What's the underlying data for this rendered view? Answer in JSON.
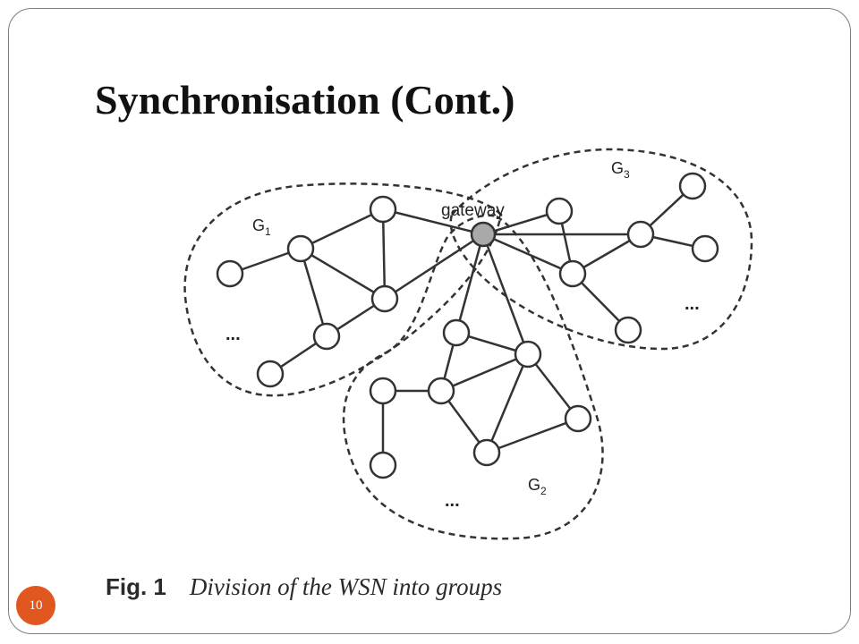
{
  "slide": {
    "title": "Synchronisation (Cont.)",
    "page_number": "10"
  },
  "diagram": {
    "gateway_label": "gateway",
    "groups": [
      {
        "letter": "G",
        "index": "1"
      },
      {
        "letter": "G",
        "index": "2"
      },
      {
        "letter": "G",
        "index": "3"
      }
    ],
    "ellipsis": "...",
    "colors": {
      "gateway_node": "#a9a9a9",
      "node": "#ffffff",
      "stroke": "#333333"
    }
  },
  "caption": {
    "fig_label": "Fig. 1",
    "text": "Division of the WSN into groups"
  }
}
